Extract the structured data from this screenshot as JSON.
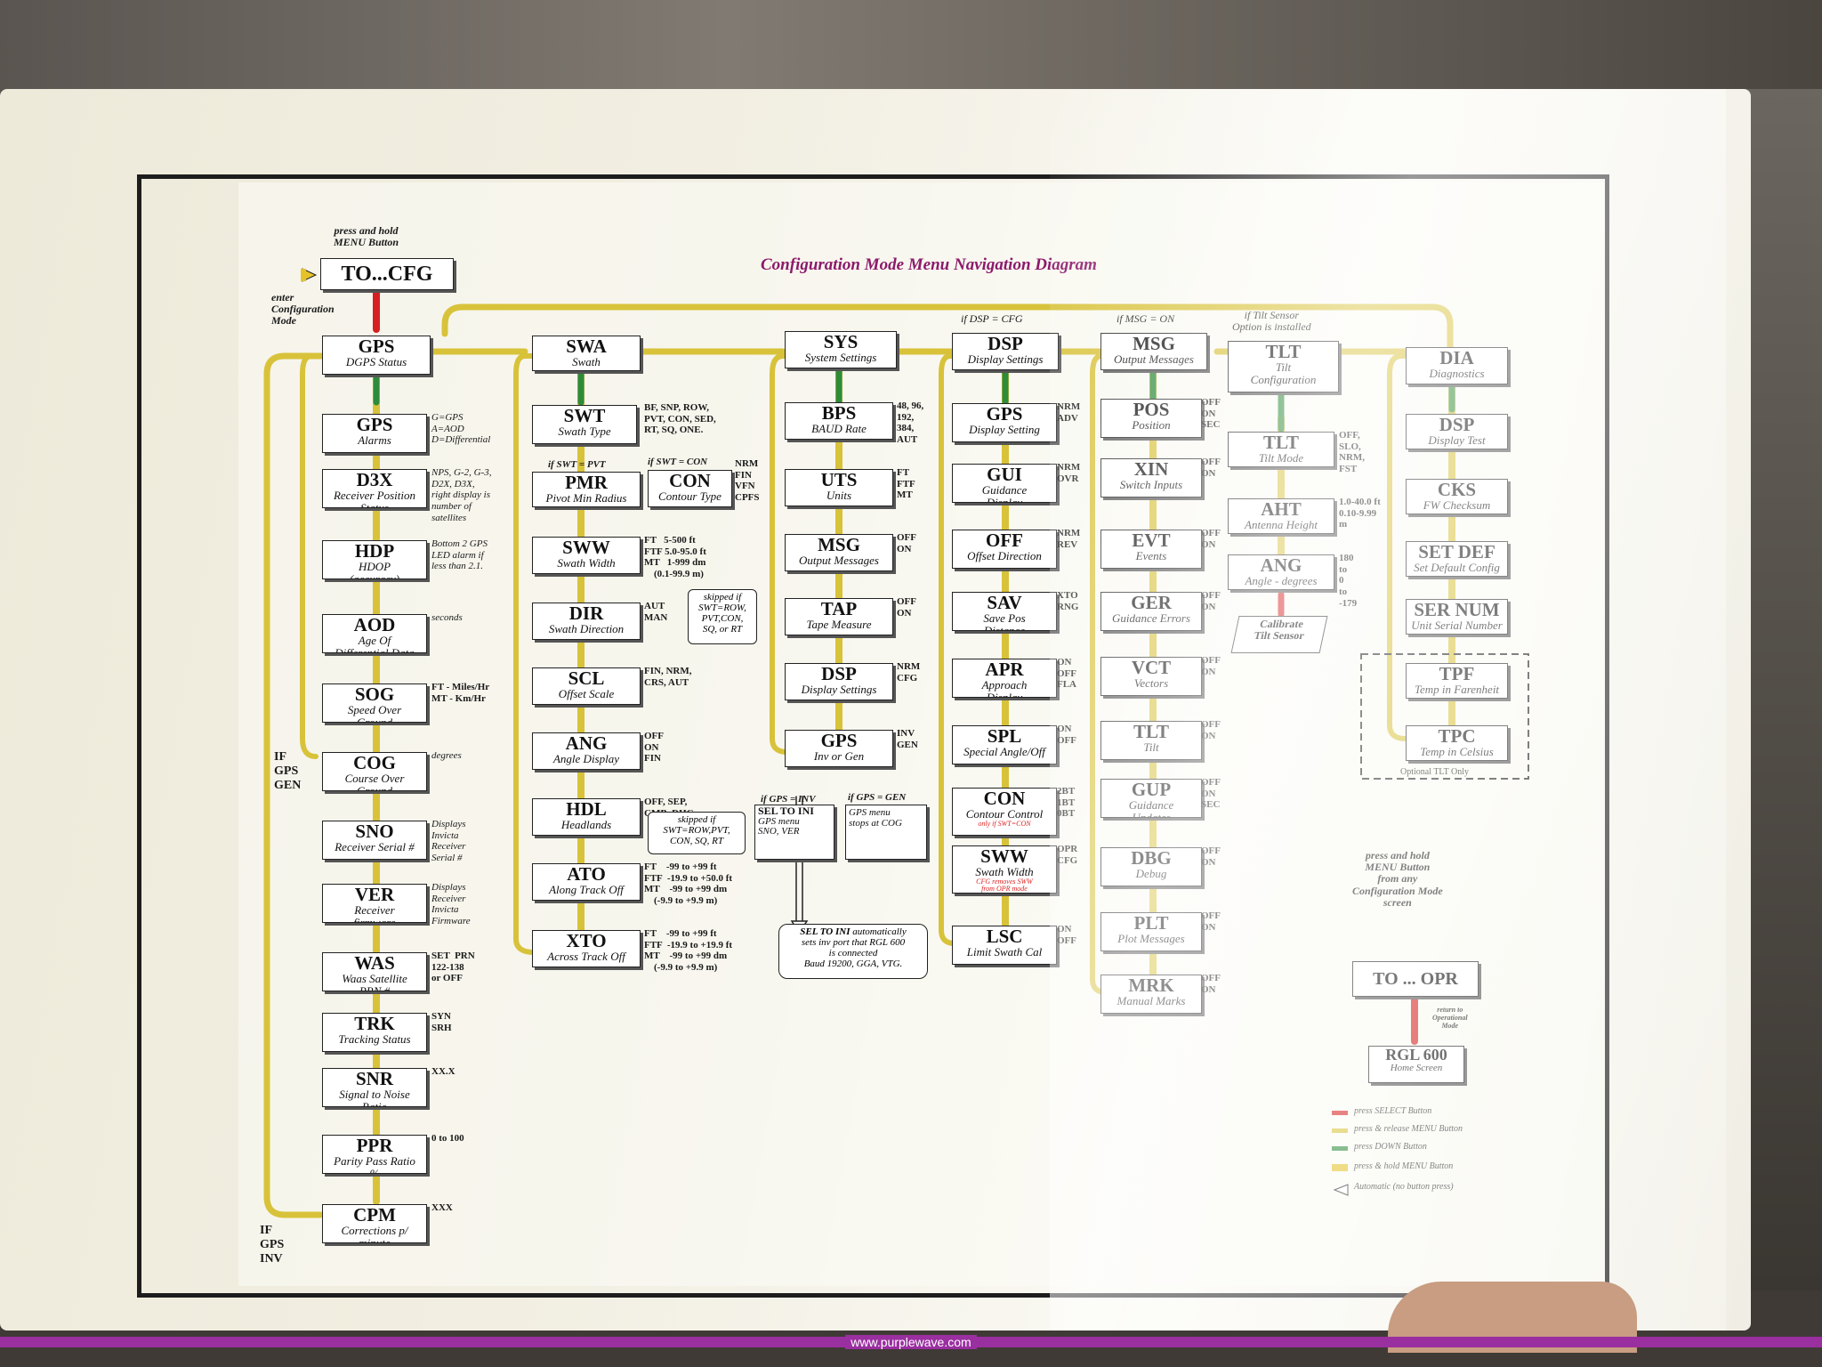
{
  "title": "Configuration Mode Menu Navigation Diagram",
  "footer": "www.purplewave.com",
  "colors": {
    "select": "#d62020",
    "release_menu": "#d8c23a",
    "down": "#2e8b3a",
    "hold_menu": "#e6c22a",
    "title": "#8b1a6b"
  },
  "start": {
    "press_note": "press and hold\nMENU Button",
    "box": "TO...CFG",
    "enter_note": "enter\nConfiguration\nMode"
  },
  "side_labels": {
    "gps_gen": "IF\nGPS\nGEN",
    "gps_inv": "IF\nGPS\nINV"
  },
  "col_gps": {
    "head": {
      "code": "GPS",
      "sub": "DGPS Status"
    },
    "items": [
      {
        "code": "GPS",
        "sub": "Alarms",
        "note": "G=GPS\nA=AOD\nD=Differential"
      },
      {
        "code": "D3X",
        "sub": "Receiver Position\nStatus",
        "note": "NPS, G-2, G-3,\nD2X, D3X,\nright display is\nnumber of\nsatellites"
      },
      {
        "code": "HDP",
        "sub": "HDOP\n(accuracy)",
        "note": "Bottom 2 GPS\nLED alarm if\nless than 2.1."
      },
      {
        "code": "AOD",
        "sub": "Age Of\nDifferential Data",
        "note": "seconds"
      },
      {
        "code": "SOG",
        "sub": "Speed Over\nGround",
        "note": "FT - Miles/Hr\nMT - Km/Hr"
      },
      {
        "code": "COG",
        "sub": "Course Over\nGround",
        "note": "degrees"
      },
      {
        "code": "SNO",
        "sub": "Receiver Serial #",
        "note": "Displays\nInvicta\nReceiver\nSerial #"
      },
      {
        "code": "VER",
        "sub": "Receiver\nfirmware",
        "note": "Displays\nReceiver\nInvicta\nFirmware"
      },
      {
        "code": "WAS",
        "sub": "Waas Satellite\nPRN #",
        "note": "SET  PRN\n122-138\nor OFF"
      },
      {
        "code": "TRK",
        "sub": "Tracking Status",
        "note": "SYN\nSRH"
      },
      {
        "code": "SNR",
        "sub": "Signal to Noise\nRatio",
        "note": "XX.X"
      },
      {
        "code": "PPR",
        "sub": "Parity Pass Ratio\n%",
        "note": "0 to 100"
      },
      {
        "code": "CPM",
        "sub": "Corrections p/\nminute",
        "note": "XXX"
      }
    ]
  },
  "col_swa": {
    "head": {
      "code": "SWA",
      "sub": "Swath"
    },
    "swt": {
      "code": "SWT",
      "sub": "Swath Type",
      "note": "BF, SNP, ROW,\nPVT, CON, SED,\nRT, SQ, ONE."
    },
    "if_pvt": "if SWT = PVT",
    "if_con": "if SWT = CON",
    "pmr": {
      "code": "PMR",
      "sub": "Pivot Min Radius"
    },
    "con": {
      "code": "CON",
      "sub": "Contour Type",
      "note": "NRM\nFIN\nVFN\nCPFS"
    },
    "items": [
      {
        "code": "SWW",
        "sub": "Swath Width",
        "note": "FT   5-500 ft\nFTF 5.0-95.0 ft\nMT   1-999 dm\n    (0.1-99.9 m)"
      },
      {
        "code": "DIR",
        "sub": "Swath Direction",
        "note": "AUT\nMAN"
      },
      {
        "code": "SCL",
        "sub": "Offset Scale",
        "note": "FIN, NRM,\nCRS, AUT"
      },
      {
        "code": "ANG",
        "sub": "Angle Display",
        "note": "OFF\nON\nFIN"
      },
      {
        "code": "HDL",
        "sub": "Headlands",
        "note": "OFF, SEP,\nCMB, DHC"
      },
      {
        "code": "ATO",
        "sub": "Along Track Off",
        "note": "FT    -99 to +99 ft\nFTF  -19.9 to +50.0 ft\nMT    -99 to +99 dm\n    (-9.9 to +9.9 m)"
      },
      {
        "code": "XTO",
        "sub": "Across Track Off",
        "note": "FT    -99 to +99 ft\nFTF  -19.9 to +19.9 ft\nMT    -99 to +99 dm\n    (-9.9 to +9.9 m)"
      }
    ],
    "skip_dir": "skipped if\nSWT=ROW,\nPVT,CON,\nSQ, or RT",
    "skip_hdl": "skipped if\nSWT=ROW,PVT,\nCON, SQ, RT"
  },
  "col_sys": {
    "head": {
      "code": "SYS",
      "sub": "System Settings"
    },
    "items": [
      {
        "code": "BPS",
        "sub": "BAUD Rate",
        "note": "48, 96,\n192,\n384,\nAUT"
      },
      {
        "code": "UTS",
        "sub": "Units",
        "note": "FT\nFTF\nMT"
      },
      {
        "code": "MSG",
        "sub": "Output Messages",
        "note": "OFF\nON"
      },
      {
        "code": "TAP",
        "sub": "Tape Measure",
        "note": "OFF\nON"
      },
      {
        "code": "DSP",
        "sub": "Display Settings",
        "note": "NRM\nCFG"
      },
      {
        "code": "GPS",
        "sub": "Inv or Gen",
        "note": "INV\nGEN"
      }
    ],
    "if_inv": "if GPS = INV",
    "if_gen": "if GPS = GEN",
    "sel_ini": {
      "code": "SEL TO INI",
      "sub": "GPS menu\nSNO, VER"
    },
    "gen_note": "GPS menu\nstops at COG",
    "auto_note_head": "SEL TO INI",
    "auto_note": "automatically\nsets inv port that RGL 600\nis connected\nBaud 19200, GGA, VTG."
  },
  "col_dsp": {
    "cond": "if DSP = CFG",
    "head": {
      "code": "DSP",
      "sub": "Display Settings"
    },
    "items": [
      {
        "code": "GPS",
        "sub": "Display Setting",
        "note": "NRM\nADV"
      },
      {
        "code": "GUI",
        "sub": "Guidance\nDisplay",
        "note": "NRM\nOVR"
      },
      {
        "code": "OFF",
        "sub": "Offset Direction",
        "note": "NRM\nREV"
      },
      {
        "code": "SAV",
        "sub": "Save Pos\nDistance",
        "note": "XTO\nRNG"
      },
      {
        "code": "APR",
        "sub": "Approach\nDisplay",
        "note": "ON\nOFF\nFLA"
      },
      {
        "code": "SPL",
        "sub": "Special Angle/Off",
        "note": "ON\nOFF"
      },
      {
        "code": "CON",
        "sub": "Contour Control",
        "red": "only if SWT=CON",
        "note": "2BT\n1BT\n0BT"
      },
      {
        "code": "SWW",
        "sub": "Swath Width",
        "red": "CFG removes SWW\nfrom OPR mode",
        "note": "OPR\nCFG"
      },
      {
        "code": "LSC",
        "sub": "Limit Swath Cal",
        "note": "ON\nOFF"
      }
    ]
  },
  "col_msg": {
    "cond": "if MSG = ON",
    "head": {
      "code": "MSG",
      "sub": "Output Messages"
    },
    "items": [
      {
        "code": "POS",
        "sub": "Position",
        "note": "OFF\nON\nSEC"
      },
      {
        "code": "XIN",
        "sub": "Switch Inputs",
        "note": "OFF\nON"
      },
      {
        "code": "EVT",
        "sub": "Events",
        "note": "OFF\nON"
      },
      {
        "code": "GER",
        "sub": "Guidance Errors",
        "note": "OFF\nON"
      },
      {
        "code": "VCT",
        "sub": "Vectors",
        "note": "OFF\nON"
      },
      {
        "code": "TLT",
        "sub": "Tilt",
        "note": "OFF\nON"
      },
      {
        "code": "GUP",
        "sub": "Guidance\nUpdates",
        "note": "OFF\nON\nSEC"
      },
      {
        "code": "DBG",
        "sub": "Debug",
        "note": "OFF\nON"
      },
      {
        "code": "PLT",
        "sub": "Plot Messages",
        "note": "OFF\nON"
      },
      {
        "code": "MRK",
        "sub": "Manual Marks",
        "note": "OFF\nON"
      }
    ]
  },
  "col_tlt": {
    "cond": "if Tilt Sensor\nOption is installed",
    "head": {
      "code": "TLT",
      "sub": "Tilt\nConfiguration"
    },
    "items": [
      {
        "code": "TLT",
        "sub": "Tilt Mode",
        "note": "OFF,\nSLO,\nNRM,\nFST"
      },
      {
        "code": "AHT",
        "sub": "Antenna Height",
        "note": "1.0-40.0 ft\n0.10-9.99\nm"
      },
      {
        "code": "ANG",
        "sub": "Angle - degrees",
        "note": "180\nto\n0\nto\n-179"
      }
    ],
    "calibrate": "Calibrate\nTilt Sensor"
  },
  "col_dia": {
    "head": {
      "code": "DIA",
      "sub": "Diagnostics"
    },
    "items": [
      {
        "code": "DSP",
        "sub": "Display Test"
      },
      {
        "code": "CKS",
        "sub": "FW Checksum"
      },
      {
        "code": "SET  DEF",
        "sub": "Set Default Config"
      },
      {
        "code": "SER  NUM",
        "sub": "Unit Serial Number"
      },
      {
        "code": "TPF",
        "sub": "Temp in Farenheit"
      },
      {
        "code": "TPC",
        "sub": "Temp in Celsius"
      }
    ],
    "optional": "Optional TLT Only"
  },
  "operation": {
    "press_note": "press and hold\nMENU Button\nfrom any\nConfiguration Mode\nscreen",
    "box": "TO ... OPR",
    "return_note": "return to\nOperational\nMode",
    "home": {
      "code": "RGL 600",
      "sub": "Home Screen"
    }
  },
  "legend": [
    {
      "label": "press SELECT Button",
      "color": "#d62020"
    },
    {
      "label": "press & release MENU Button",
      "color": "#d8c23a"
    },
    {
      "label": "press DOWN Button",
      "color": "#2e8b3a"
    },
    {
      "label": "press & hold MENU Button",
      "color": "#e6c22a"
    },
    {
      "label": "Automatic (no button press)",
      "color": "#ffffff"
    }
  ]
}
